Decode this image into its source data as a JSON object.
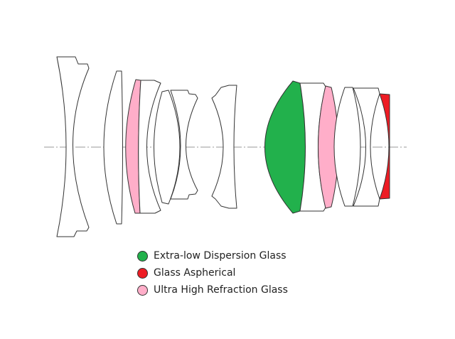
{
  "colors": {
    "extra_low_dispersion": "#22b14c",
    "aspherical": "#ed1c24",
    "ultra_high_refraction": "#ffaec9",
    "plain": "#ffffff",
    "outline": "#333333"
  },
  "legend": [
    {
      "label": "Extra-low Dispersion Glass",
      "color": "#22b14c"
    },
    {
      "label": "Glass Aspherical",
      "color": "#ed1c24"
    },
    {
      "label": "Ultra High Refraction Glass",
      "color": "#ffaec9"
    }
  ],
  "elements": [
    {
      "name": "element-1",
      "glass": "plain"
    },
    {
      "name": "element-2",
      "glass": "plain"
    },
    {
      "name": "element-3",
      "glass": "ultra_high_refraction"
    },
    {
      "name": "element-4",
      "glass": "plain"
    },
    {
      "name": "element-5",
      "glass": "plain"
    },
    {
      "name": "element-6",
      "glass": "plain"
    },
    {
      "name": "element-7",
      "glass": "plain"
    },
    {
      "name": "element-8",
      "glass": "extra_low_dispersion"
    },
    {
      "name": "element-9",
      "glass": "plain"
    },
    {
      "name": "element-10",
      "glass": "ultra_high_refraction"
    },
    {
      "name": "element-11",
      "glass": "plain"
    },
    {
      "name": "element-12",
      "glass": "plain"
    },
    {
      "name": "element-13",
      "glass": "aspherical"
    }
  ]
}
